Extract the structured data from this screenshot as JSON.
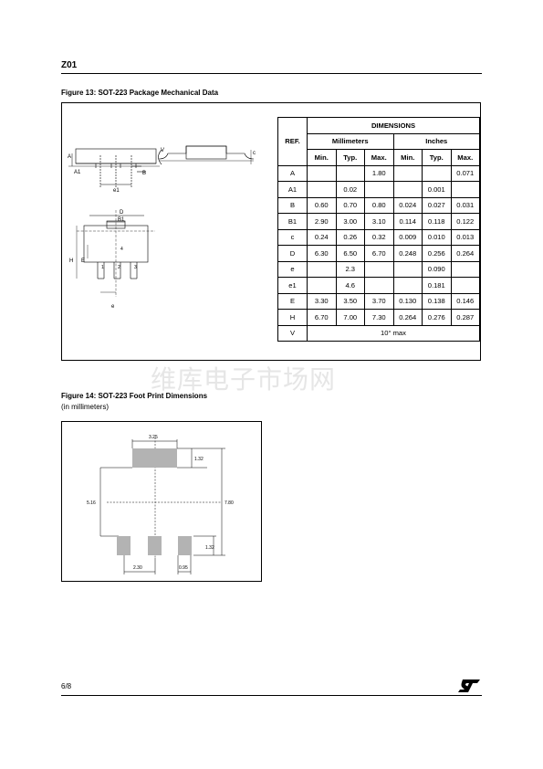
{
  "header": {
    "doc_id": "Z01"
  },
  "figure13": {
    "title": "Figure 13: SOT-223 Package Mechanical Data",
    "table": {
      "dimensions_label": "DIMENSIONS",
      "ref_label": "REF.",
      "mm_label": "Millimeters",
      "inch_label": "Inches",
      "col_labels": [
        "Min.",
        "Typ.",
        "Max.",
        "Min.",
        "Typ.",
        "Max."
      ],
      "rows": [
        [
          "A",
          "",
          "",
          "1.80",
          "",
          "",
          "0.071"
        ],
        [
          "A1",
          "",
          "0.02",
          "",
          "",
          "0.001",
          ""
        ],
        [
          "B",
          "0.60",
          "0.70",
          "0.80",
          "0.024",
          "0.027",
          "0.031"
        ],
        [
          "B1",
          "2.90",
          "3.00",
          "3.10",
          "0.114",
          "0.118",
          "0.122"
        ],
        [
          "c",
          "0.24",
          "0.26",
          "0.32",
          "0.009",
          "0.010",
          "0.013"
        ],
        [
          "D",
          "6.30",
          "6.50",
          "6.70",
          "0.248",
          "0.256",
          "0.264"
        ],
        [
          "e",
          "",
          "2.3",
          "",
          "",
          "0.090",
          ""
        ],
        [
          "e1",
          "",
          "4.6",
          "",
          "",
          "0.181",
          ""
        ],
        [
          "E",
          "3.30",
          "3.50",
          "3.70",
          "0.130",
          "0.138",
          "0.146"
        ],
        [
          "H",
          "6.70",
          "7.00",
          "7.30",
          "0.264",
          "0.276",
          "0.287"
        ]
      ],
      "last_row": {
        "ref": "V",
        "value": "10° max"
      }
    },
    "drawing_labels": {
      "A": "A",
      "A1": "A1",
      "B": "B",
      "e1": "e1",
      "V": "V",
      "c": "c",
      "D": "D",
      "B1": "B1",
      "H": "H",
      "E": "E",
      "e": "e",
      "pin1": "1",
      "pin2": "2",
      "pin3": "3",
      "pin4": "4"
    }
  },
  "watermark": "维库电子市场网",
  "figure14": {
    "title": "Figure 14: SOT-223 Foot Print Dimensions",
    "subtitle": "(in millimeters)",
    "labels": {
      "top_pad_width": "3.25",
      "top_pad_height": "1.32",
      "pitch_height": "5.16",
      "total_height": "7.80",
      "bottom_pad_height": "1.32",
      "pin_pitch": "2.30",
      "pin_width": "0.95"
    }
  },
  "footer": {
    "page": "6/8",
    "logo_text": "ST"
  },
  "colors": {
    "pad_fill": "#b3b3b3",
    "watermark": "#e6e6e6"
  }
}
